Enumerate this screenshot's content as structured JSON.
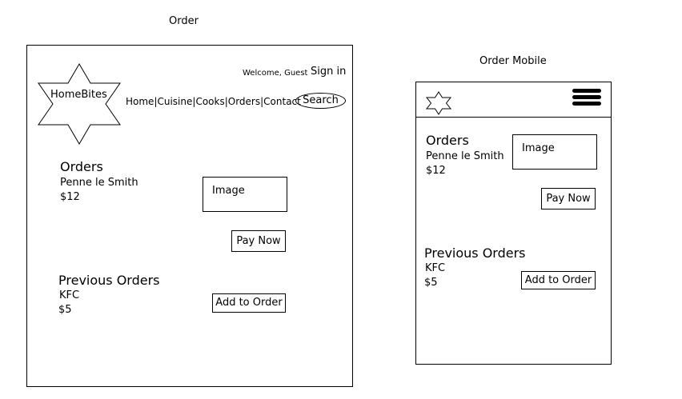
{
  "desktop": {
    "title": "Order",
    "header": {
      "welcome": "Welcome, Guest",
      "sign_in": "Sign in",
      "logo": "HomeBites",
      "nav": [
        "Home",
        "Cuisine",
        "Cooks",
        "Orders",
        "Contact"
      ],
      "nav_separator": "|",
      "search": "Search"
    },
    "orders": {
      "heading": "Orders",
      "item": "Penne le Smith",
      "price": "$12",
      "image": "Image",
      "pay_button": "Pay Now"
    },
    "previous": {
      "heading": "Previous Orders",
      "item": "KFC",
      "price": "$5",
      "add_button": "Add to Order"
    }
  },
  "mobile": {
    "title": "Order Mobile",
    "orders": {
      "heading": "Orders",
      "item": "Penne le Smith",
      "price": "$12",
      "image": "Image",
      "pay_button": "Pay Now"
    },
    "previous": {
      "heading": "Previous Orders",
      "item": "KFC",
      "price": "$5",
      "add_button": "Add to Order"
    }
  }
}
